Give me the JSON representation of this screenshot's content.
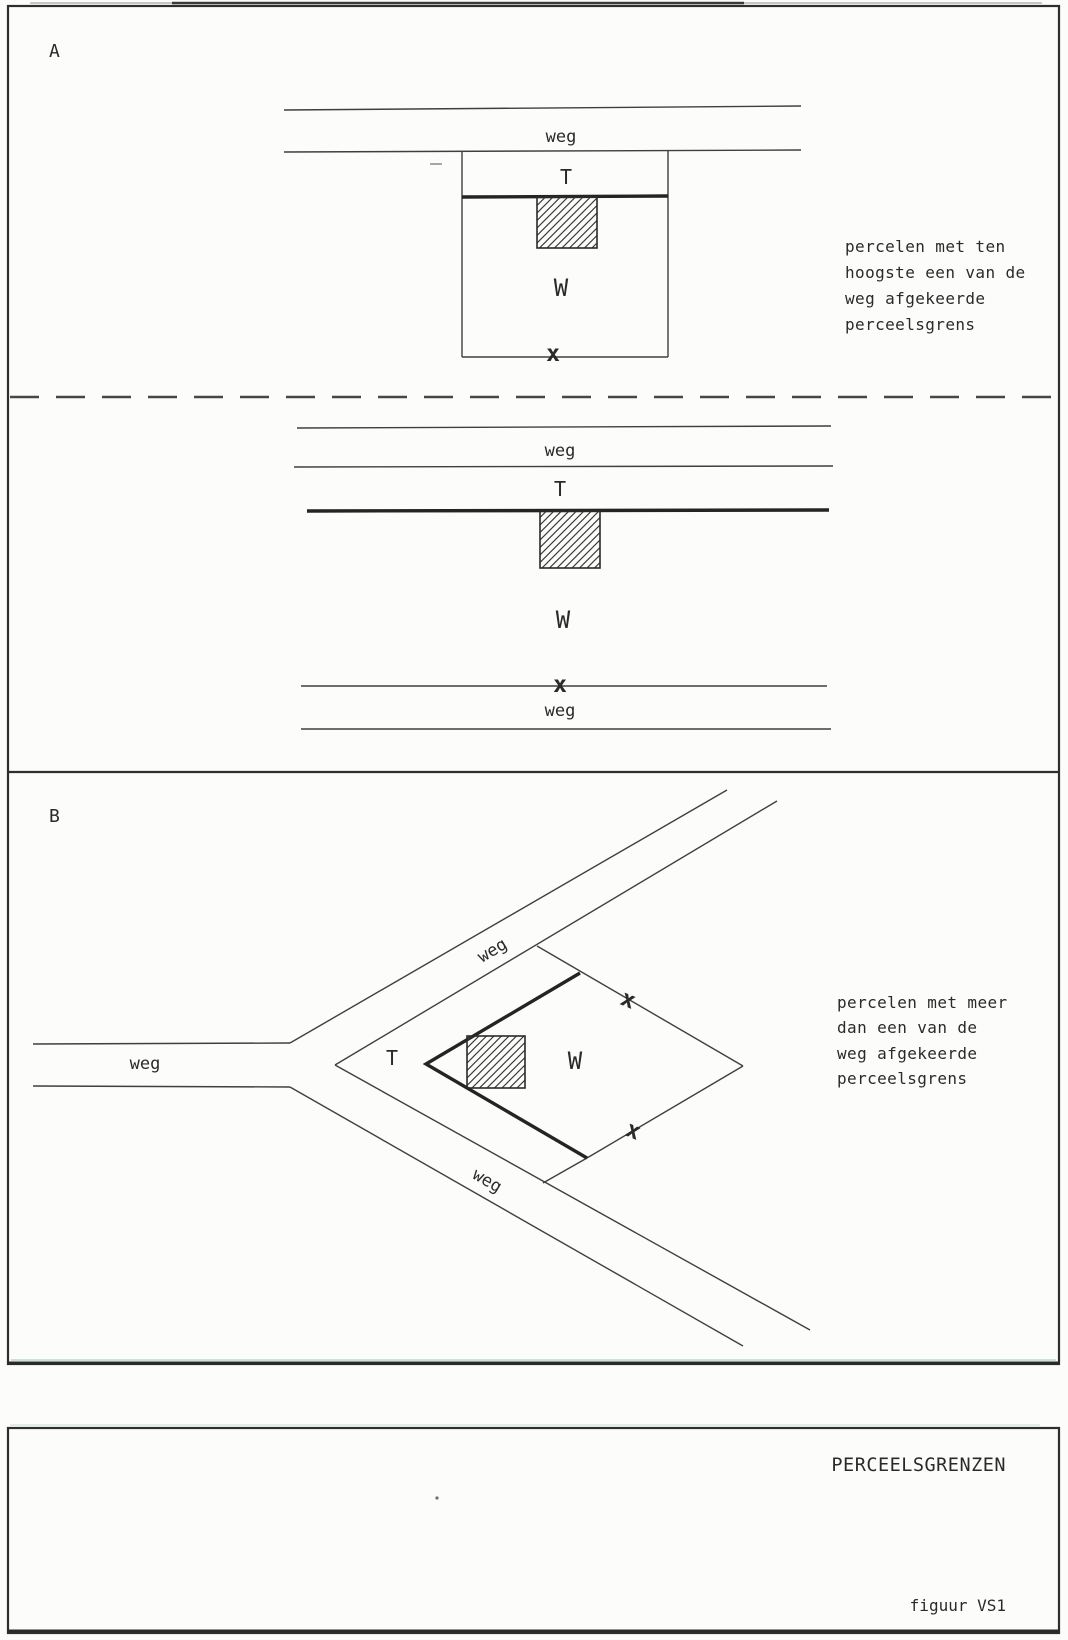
{
  "page": {
    "panel_a": {
      "letter": "A",
      "diagram_top": {
        "road_label": "weg",
        "front_strip_label": "T",
        "parcel_label": "W",
        "away_mark": "x"
      },
      "diagram_bottom": {
        "road_label_top": "weg",
        "front_strip_label": "T",
        "parcel_label": "W",
        "away_mark": "x",
        "road_label_bottom": "weg"
      },
      "caption_lines": [
        "percelen met ten",
        "hoogste een van de",
        "weg afgekeerde",
        "perceelsgrens"
      ]
    },
    "panel_b": {
      "letter": "B",
      "road_label_left": "weg",
      "road_label_upper": "weg",
      "road_label_lower": "weg",
      "front_strip_label": "T",
      "parcel_label": "W",
      "away_mark_upper": "x",
      "away_mark_lower": "x",
      "caption_lines": [
        "percelen met meer",
        "dan een van de",
        "weg afgekeerde",
        "perceelsgrens"
      ]
    },
    "title_block": {
      "title": "PERCEELSGRENZEN",
      "figure_label": "figuur VS1"
    },
    "colors": {
      "ink": "#2e2e2e",
      "paper": "#fdfdfc"
    }
  }
}
